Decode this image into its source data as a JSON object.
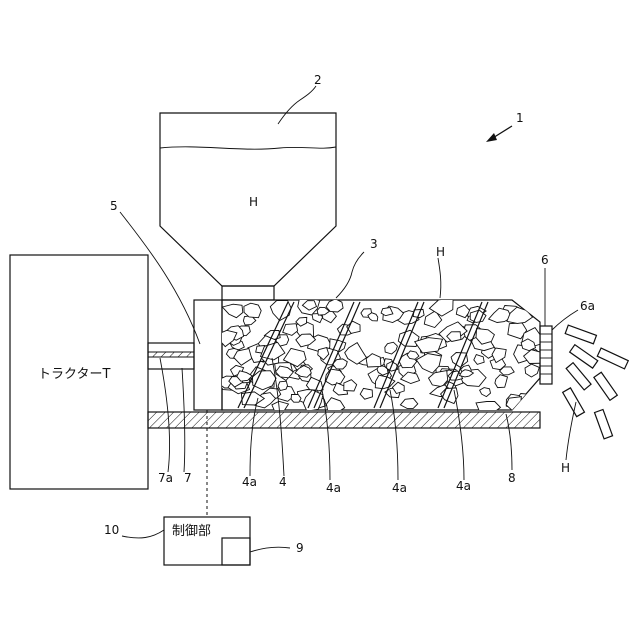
{
  "labels": {
    "system": "1",
    "hopper": "2",
    "body": "3",
    "screw": "4",
    "screw_blade_1": "4a",
    "screw_blade_2": "4a",
    "screw_blade_3": "4a",
    "screw_blade_4": "4a",
    "coupling": "5",
    "outlet": "6",
    "outlet_cutter": "6a",
    "pto": "7",
    "pto_shaft": "7a",
    "base": "8",
    "sensor": "9",
    "controller_ref": "10",
    "material_hopper": "H",
    "material_body": "H",
    "material_output": "H"
  },
  "tractor": {
    "label": "トラクターT"
  },
  "controller": {
    "label": "制御部"
  },
  "colors": {
    "ink": "#111111",
    "paper": "#ffffff"
  }
}
